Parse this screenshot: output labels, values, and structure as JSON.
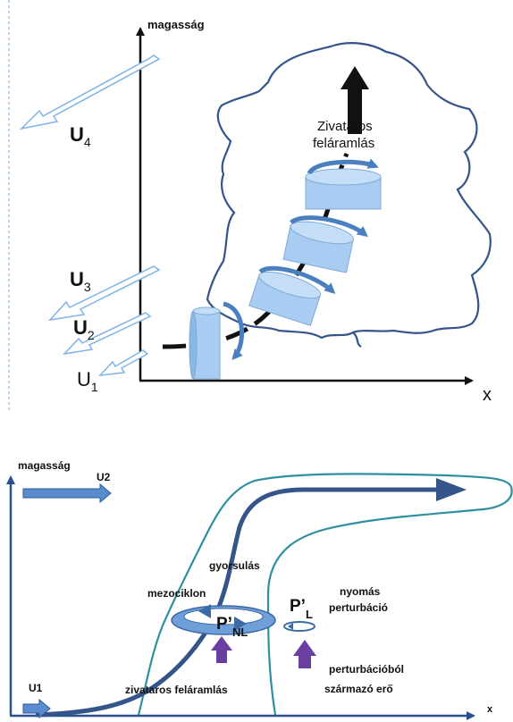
{
  "top": {
    "y_axis_label": "magasság",
    "x_axis_label": "x",
    "updraft_label_1": "Zivataros",
    "updraft_label_2": "feláramlás",
    "winds": [
      {
        "name": "U",
        "sub": "4"
      },
      {
        "name": "U",
        "sub": "3"
      },
      {
        "name": "U",
        "sub": "2"
      },
      {
        "name": "U",
        "sub": "1"
      }
    ]
  },
  "bottom": {
    "y_axis_label": "magasság",
    "x_axis_label": "x",
    "u2_label": "U2",
    "u1_label": "U1",
    "gyorsulas": "gyorsulás",
    "mezociklon": "mezociklon",
    "p_nl_main": "P’",
    "p_nl_sub": "NL",
    "p_l_main": "P’",
    "p_l_sub": "L",
    "nyomas_1": "nyomás",
    "nyomas_2": "perturbáció",
    "force_1": "perturbációból",
    "force_2": "származó erő",
    "updraft": "zivataros feláramlás"
  },
  "colors": {
    "cloud_top": "#34558a",
    "cloud_bottom": "#2f8fa0",
    "wind_arrow": "#7fb4e6",
    "cylinder": "#a9cdf2",
    "ring": "#4a7fc0",
    "dark_ring": "#3c6aa4",
    "purple": "#6b3fa0"
  }
}
